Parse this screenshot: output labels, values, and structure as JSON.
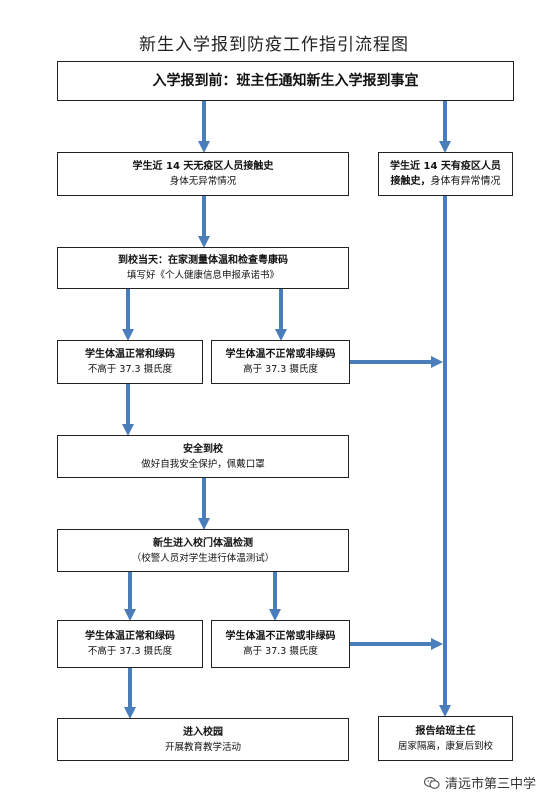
{
  "title": "新生入学报到防疫工作指引流程图",
  "nodes": {
    "top": {
      "line1": "入学报到前：班主任通知新生入学报到事宜"
    },
    "no_contact": {
      "line1": "学生近 14 天无疫区人员接触史",
      "line2": "身体无异常情况"
    },
    "has_contact": {
      "line1a": "学生近 14 天有疫区人员",
      "line1b": "接触史，",
      "line1c": "身体有异常情况"
    },
    "arrival_day": {
      "line1": "到校当天：在家测量体温和检查粤康码",
      "line2": "填写好《个人健康信息申报承诺书》"
    },
    "normal_1": {
      "line1": "学生体温正常和绿码",
      "line2": "不高于 37.3 摄氏度"
    },
    "abnormal_1": {
      "line1": "学生体温不正常或非绿码",
      "line2": "高于 37.3 摄氏度"
    },
    "safe_arrival": {
      "line1": "安全到校",
      "line2": "做好自我安全保护，佩戴口罩"
    },
    "gate_check": {
      "line1": "新生进入校门体温检测",
      "line2": "（校警人员对学生进行体温测试）"
    },
    "normal_2": {
      "line1": "学生体温正常和绿码",
      "line2": "不高于 37.3 摄氏度"
    },
    "abnormal_2": {
      "line1": "学生体温不正常或非绿码",
      "line2": "高于 37.3 摄氏度"
    },
    "enter_campus": {
      "line1": "进入校园",
      "line2": "开展教育教学活动"
    },
    "report": {
      "line1": "报告给班主任",
      "line2": "居家隔离，康复后到校"
    }
  },
  "watermark": {
    "text": "清远市第三中学",
    "icon": "wechat-icon"
  },
  "colors": {
    "arrow": "#4a7ebb",
    "border": "#222222"
  }
}
